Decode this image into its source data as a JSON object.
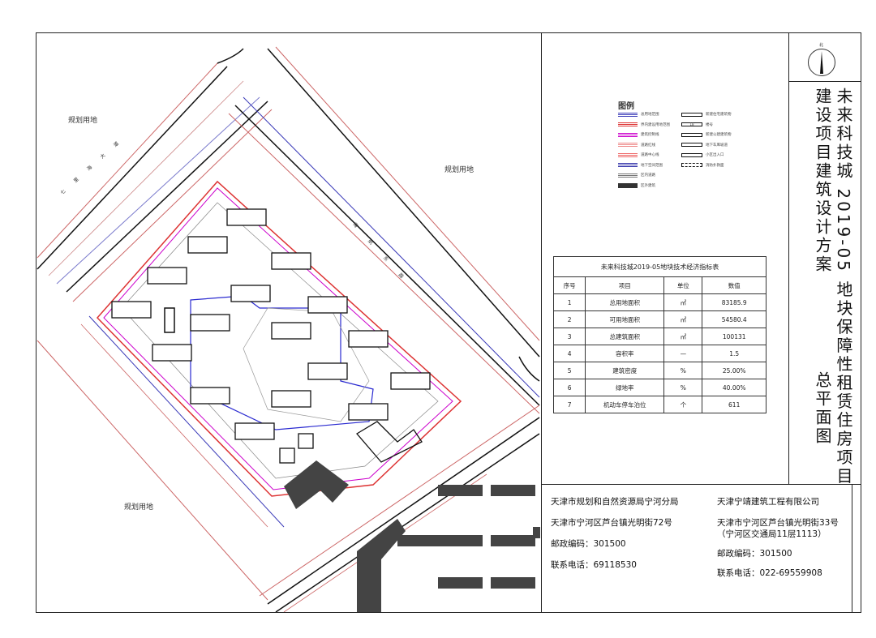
{
  "title": {
    "project": "未来科技城 2019-05 地块保障性租赁住房项目",
    "subtitle": "建设项目建筑设计方案",
    "drawing": "总平面图"
  },
  "north_label": "北",
  "plan_labels": {
    "planned_land_nw": "规划用地",
    "planned_land_ne": "规划用地",
    "planned_land_sw": "规划用地",
    "road_nw": "七里海大道",
    "road_ne": "海航东路"
  },
  "legend": {
    "title": "图例",
    "items": [
      {
        "label": "总用地范围",
        "color": "#3a3ab8"
      },
      {
        "label": "界内建设用地范围",
        "color": "#d33"
      },
      {
        "label": "建筑控制线",
        "color": "#c0c"
      },
      {
        "label": "道路红线",
        "color": "#e88"
      },
      {
        "label": "道路中心线",
        "color": "#e66"
      },
      {
        "label": "地下空间范围",
        "color": "#33a"
      },
      {
        "label": "区内道路",
        "color": "#777"
      },
      {
        "label": "区外建筑",
        "color": "#333"
      },
      {
        "label": "新建住宅建筑物",
        "color": "#111"
      },
      {
        "label": "楼号",
        "color": "#111",
        "sample": "18"
      },
      {
        "label": "新建公建建筑物",
        "color": "#111"
      },
      {
        "label": "地下车库坡道",
        "color": "#111"
      },
      {
        "label": "小区出入口",
        "color": "#111"
      },
      {
        "label": "消防扑救面",
        "color": "#111"
      }
    ]
  },
  "indicator_table": {
    "title": "未来科技城2019-05地块技术经济指标表",
    "headers": [
      "序号",
      "项目",
      "单位",
      "数值"
    ],
    "rows": [
      [
        "1",
        "总用地面积",
        "㎡",
        "83185.9"
      ],
      [
        "2",
        "可用地面积",
        "㎡",
        "54580.4"
      ],
      [
        "3",
        "总建筑面积",
        "㎡",
        "100131"
      ],
      [
        "4",
        "容积率",
        "—",
        "1.5"
      ],
      [
        "5",
        "建筑密度",
        "%",
        "25.00%"
      ],
      [
        "6",
        "绿地率",
        "%",
        "40.00%"
      ],
      [
        "7",
        "机动车停车泊位",
        "个",
        "611"
      ]
    ]
  },
  "contacts": {
    "left": {
      "org": "天津市规划和自然资源局宁河分局",
      "address": "天津市宁河区芦台镇光明街72号",
      "postcode": "邮政编码：301500",
      "phone": "联系电话：69118530"
    },
    "right": {
      "org": "天津宁靖建筑工程有限公司",
      "address": "天津市宁河区芦台镇光明街33号",
      "address2": "（宁河区交通局11层1113）",
      "postcode": "邮政编码：301500",
      "phone": "联系电话：022-69559908"
    }
  }
}
